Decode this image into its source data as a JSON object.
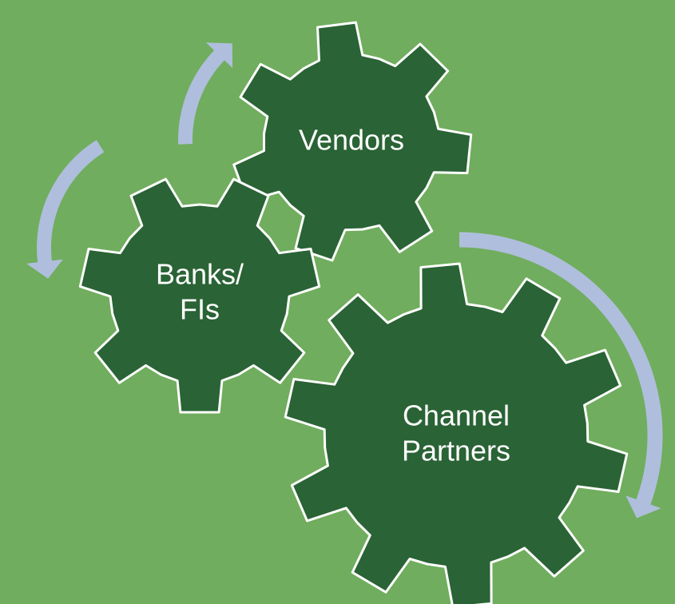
{
  "background": "#70AD5E",
  "colors": {
    "gear_fill": "#2A6335",
    "gear_stroke": "#FFFFFF",
    "arrow": "#AFBEDC",
    "label": "#FFFFFF"
  },
  "gears": [
    {
      "id": "vendors",
      "label_lines": [
        "Vendors"
      ]
    },
    {
      "id": "banks",
      "label_lines": [
        "Banks/",
        "FIs"
      ]
    },
    {
      "id": "channel",
      "label_lines": [
        "Channel",
        "Partners"
      ]
    }
  ],
  "arrows": [
    {
      "id": "arrow-upper-left",
      "direction": "up"
    },
    {
      "id": "arrow-left",
      "direction": "down"
    },
    {
      "id": "arrow-right",
      "direction": "down"
    }
  ]
}
